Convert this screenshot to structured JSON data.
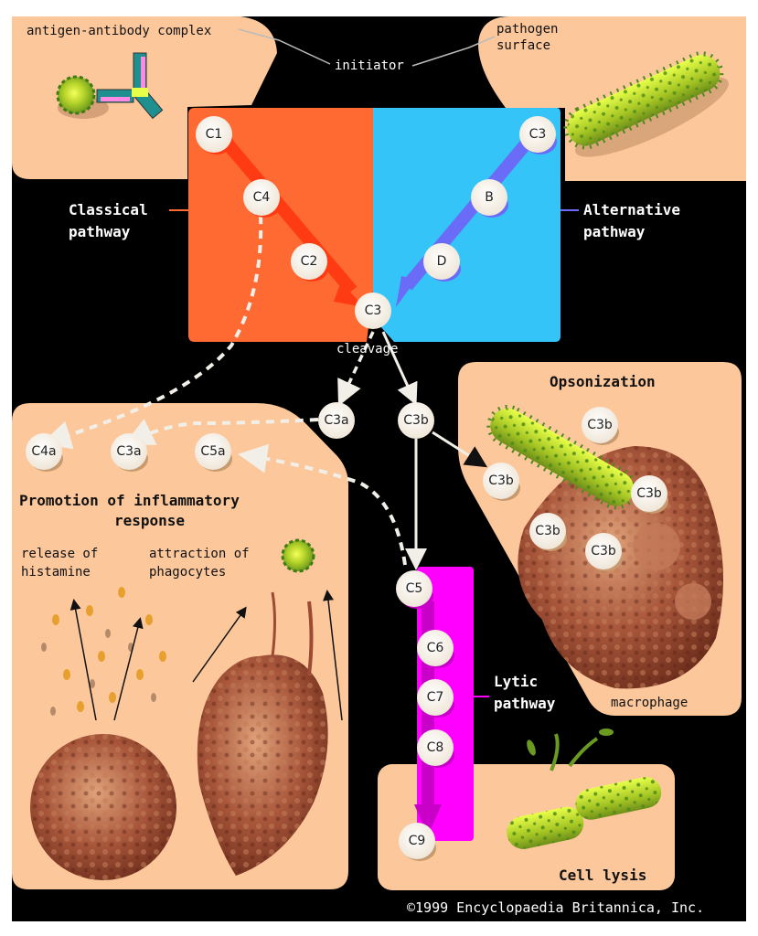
{
  "title": "Complement activation pathways",
  "colors": {
    "background": "#000000",
    "panel": "#fcc89b",
    "classical": "#ff6a33",
    "classical_arrow": "#ff3b14",
    "alternative": "#35c4f7",
    "alternative_arrow": "#6a6cf7",
    "lytic": "#ff00ff",
    "lytic_arrow": "#c800c8",
    "node_fill": "#fbf5ec",
    "cell_brown": "#9c4a33",
    "pathogen_green": "#a8cc22"
  },
  "initiator": {
    "label": "initiator",
    "left_source": "antigen-antibody complex",
    "right_source_line1": "pathogen",
    "right_source_line2": "surface"
  },
  "classical": {
    "label_line1": "Classical",
    "label_line2": "pathway",
    "nodes": [
      "C1",
      "C4",
      "C2"
    ]
  },
  "alternative": {
    "label_line1": "Alternative",
    "label_line2": "pathway",
    "nodes": [
      "C3",
      "B",
      "D"
    ]
  },
  "convergence": {
    "node": "C3",
    "caption": "cleavage",
    "products": [
      "C3a",
      "C3b"
    ]
  },
  "inflammation": {
    "title_line1": "Promotion of inflammatory",
    "title_line2": "response",
    "nodes": [
      "C4a",
      "C3a",
      "C5a"
    ],
    "caption_left_line1": "release of",
    "caption_left_line2": "histamine",
    "caption_right_line1": "attraction of",
    "caption_right_line2": "phagocytes"
  },
  "opsonization": {
    "title": "Opsonization",
    "nodes": [
      "C3b",
      "C3b",
      "C3b",
      "C3b",
      "C3b"
    ],
    "cell_label": "macrophage"
  },
  "lytic": {
    "label_line1": "Lytic",
    "label_line2": "pathway",
    "nodes": [
      "C5",
      "C6",
      "C7",
      "C8",
      "C9"
    ]
  },
  "lysis": {
    "title": "Cell lysis"
  },
  "copyright": "©1999 Encyclopaedia Britannica, Inc."
}
